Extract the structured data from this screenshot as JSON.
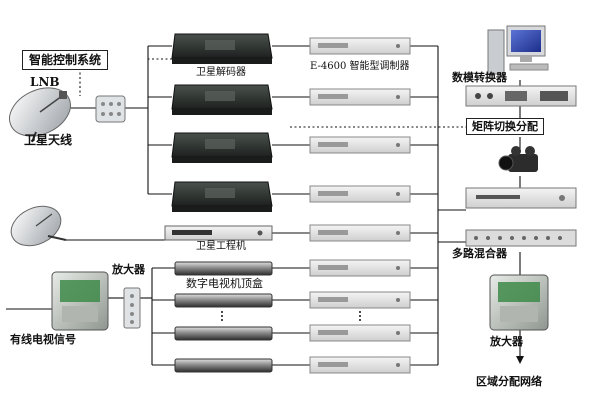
{
  "labels": {
    "control_system": "智能控制系统",
    "lnb": "LNB",
    "satellite_antenna": "卫星天线",
    "satellite_decoder": "卫星解码器",
    "modulator": "E-4600 智能型调制器",
    "da_converter": "数模转换器",
    "matrix_switch": "矩阵切换分配",
    "satellite_receiver": "卫星工程机",
    "amplifier_left": "放大器",
    "stb": "数字电视机顶盒",
    "cable_signal": "有线电视信号",
    "combiner": "多路混合器",
    "amplifier_right": "放大器",
    "distribution_network": "区域分配网络"
  },
  "colors": {
    "line": "#111111",
    "decoder_body": "#2b2f2c",
    "modulator_body": "#e6e6e6",
    "stb_body": "#3a3a3a"
  }
}
